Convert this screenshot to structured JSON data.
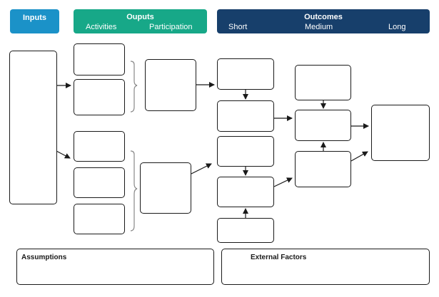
{
  "colors": {
    "inputs": "#1b92c8",
    "outputs": "#17a888",
    "outcomes": "#173f6b"
  },
  "header": {
    "inputs": {
      "title": "Inputs"
    },
    "outputs": {
      "title": "Ouputs",
      "sub_left": "Activities",
      "sub_right": "Participation"
    },
    "outcomes": {
      "title": "Outcomes",
      "sub_short": "Short",
      "sub_medium": "Medium",
      "sub_long": "Long"
    }
  },
  "panels": {
    "assumptions": "Assumptions",
    "external": "External Factors"
  }
}
